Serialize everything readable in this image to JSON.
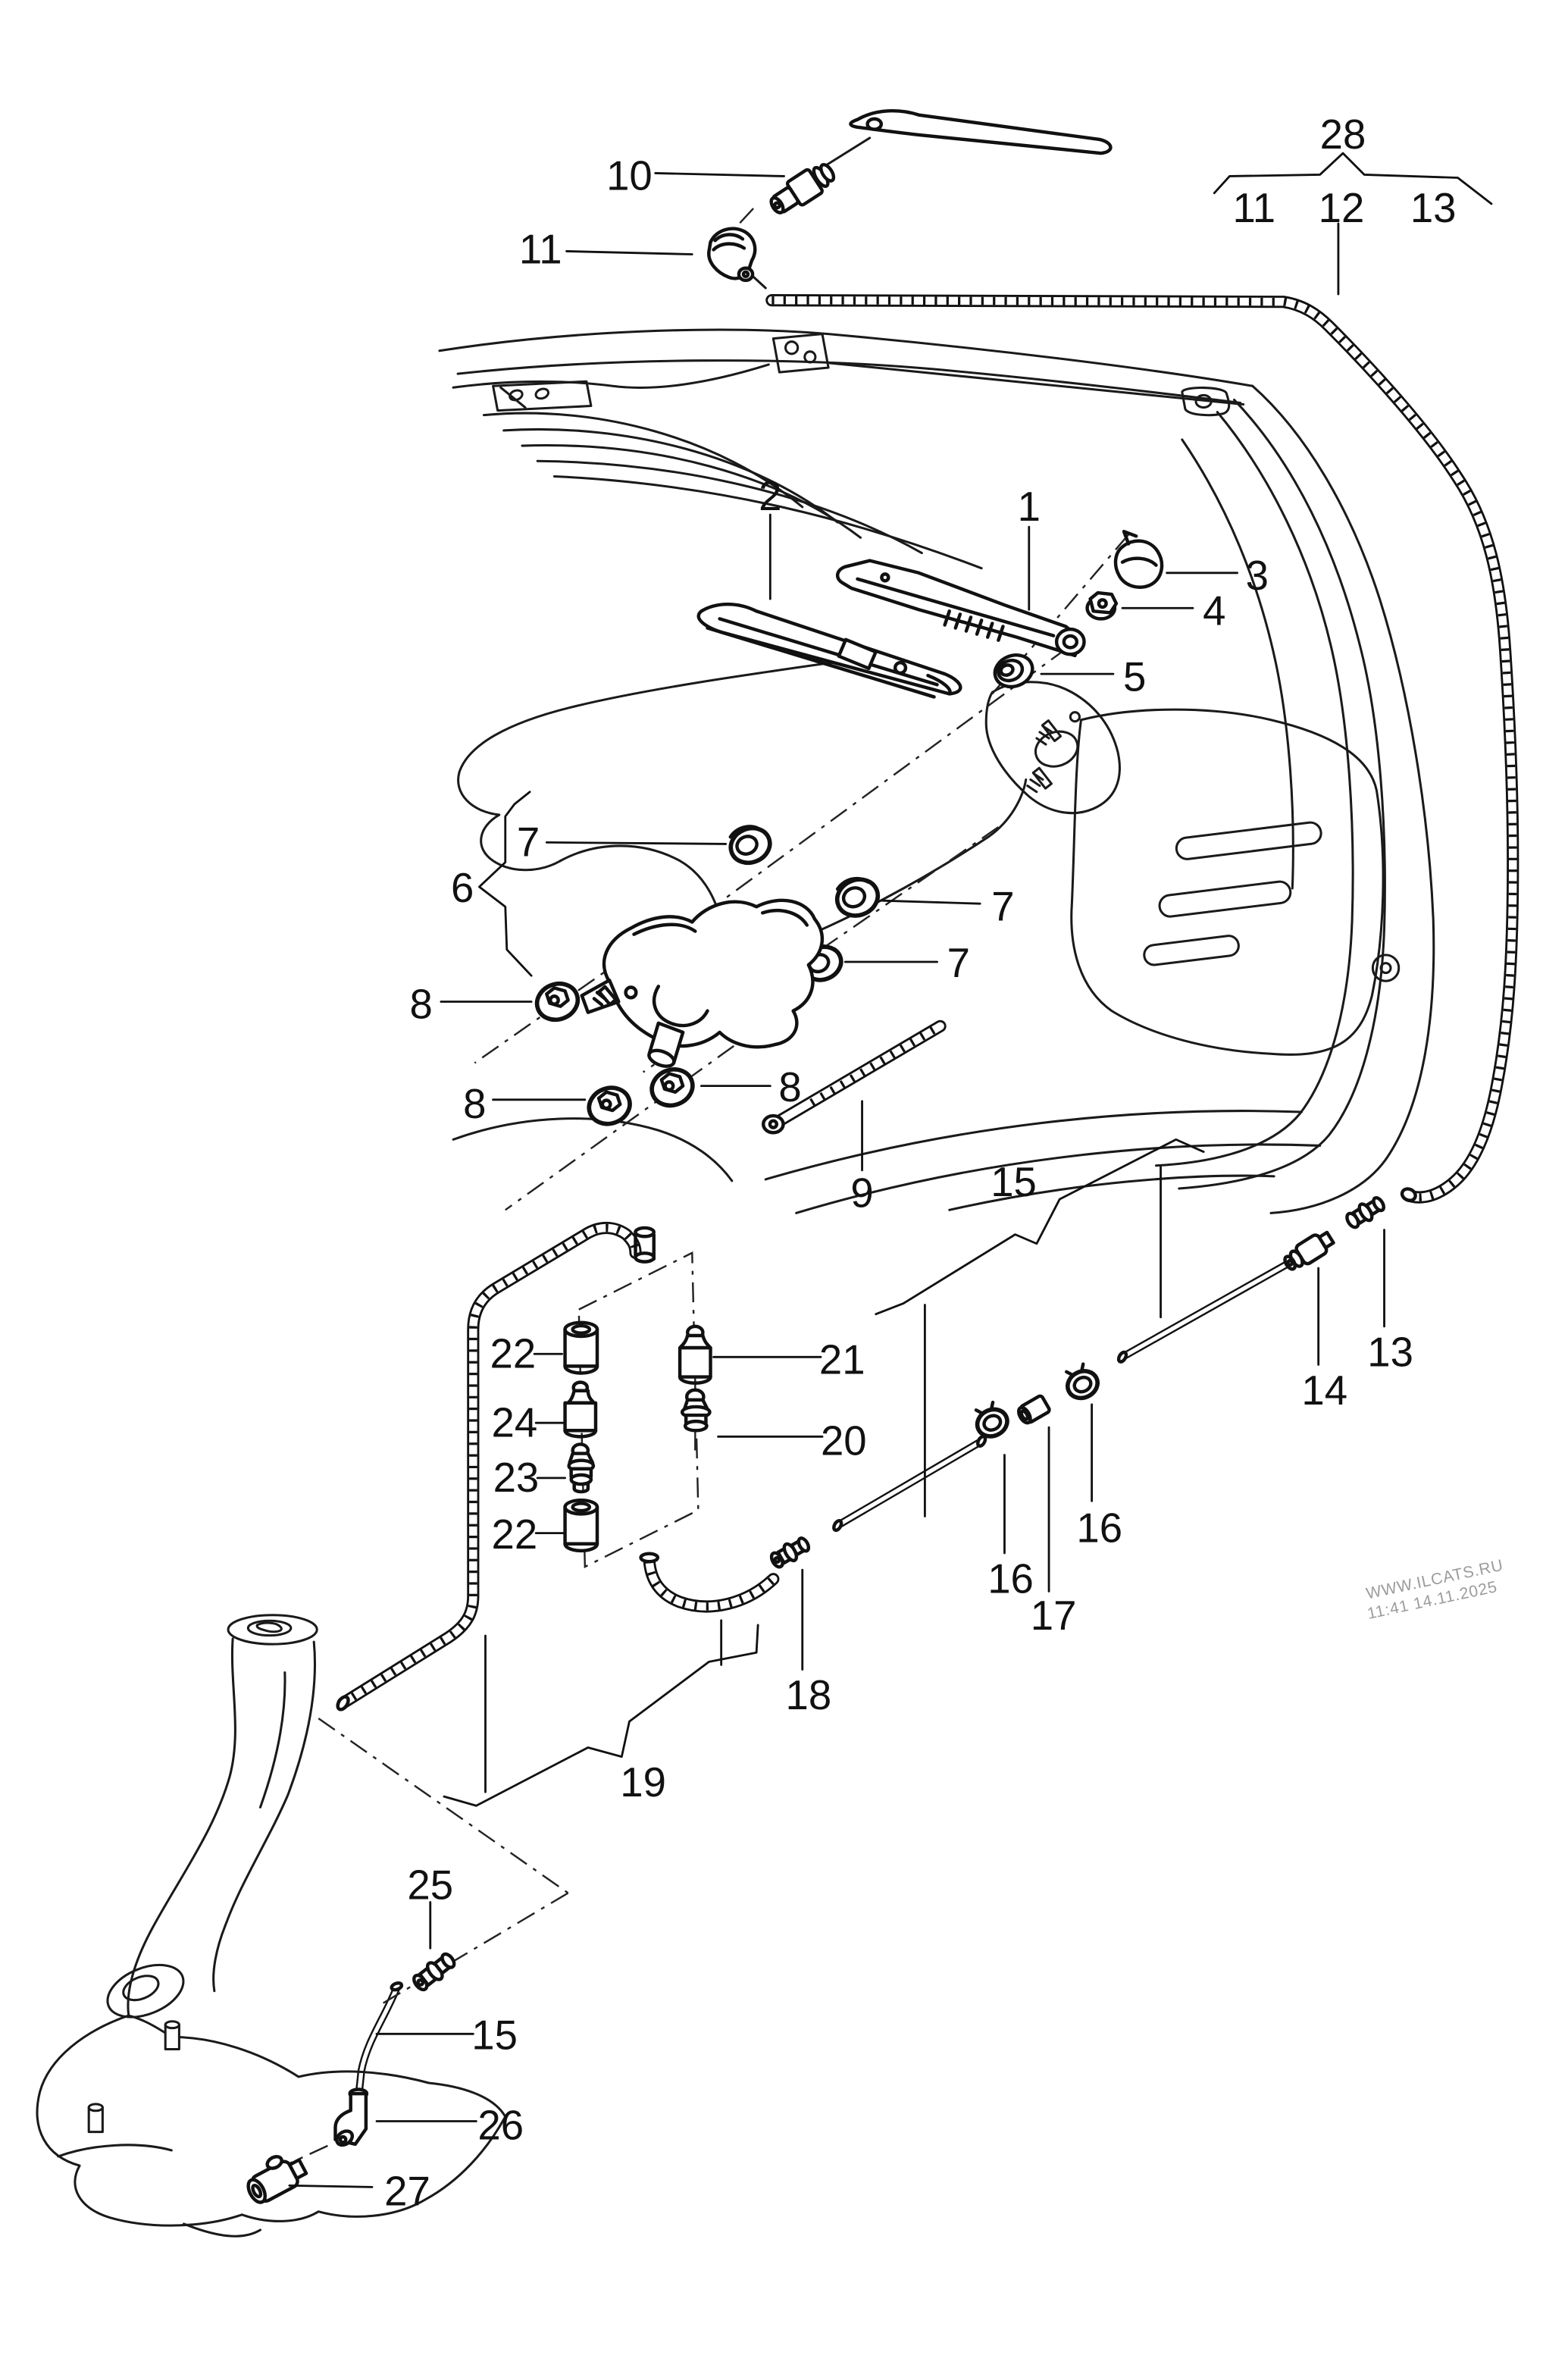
{
  "diagram": {
    "type": "parts-exploded-diagram",
    "subject": "rear window wiper and washer system on tailgate",
    "background_color": "#ffffff",
    "line_color": "#111111",
    "watermark_color": "#9c9c9c"
  },
  "watermark": {
    "line1": "WWW.ILCATS.RU",
    "line2": "11:41 14.11.2025"
  },
  "callouts": [
    {
      "text": "10"
    },
    {
      "text": "11"
    },
    {
      "text": "28"
    },
    {
      "text": "11"
    },
    {
      "text": "12"
    },
    {
      "text": "13"
    },
    {
      "text": "2"
    },
    {
      "text": "1"
    },
    {
      "text": "3"
    },
    {
      "text": "4"
    },
    {
      "text": "5"
    },
    {
      "text": "7"
    },
    {
      "text": "6"
    },
    {
      "text": "7"
    },
    {
      "text": "7"
    },
    {
      "text": "8"
    },
    {
      "text": "8"
    },
    {
      "text": "8"
    },
    {
      "text": "9"
    },
    {
      "text": "15"
    },
    {
      "text": "13"
    },
    {
      "text": "14"
    },
    {
      "text": "22"
    },
    {
      "text": "21"
    },
    {
      "text": "24"
    },
    {
      "text": "20"
    },
    {
      "text": "23"
    },
    {
      "text": "22"
    },
    {
      "text": "16"
    },
    {
      "text": "17"
    },
    {
      "text": "16"
    },
    {
      "text": "18"
    },
    {
      "text": "19"
    },
    {
      "text": "25"
    },
    {
      "text": "15"
    },
    {
      "text": "26"
    },
    {
      "text": "27"
    }
  ]
}
